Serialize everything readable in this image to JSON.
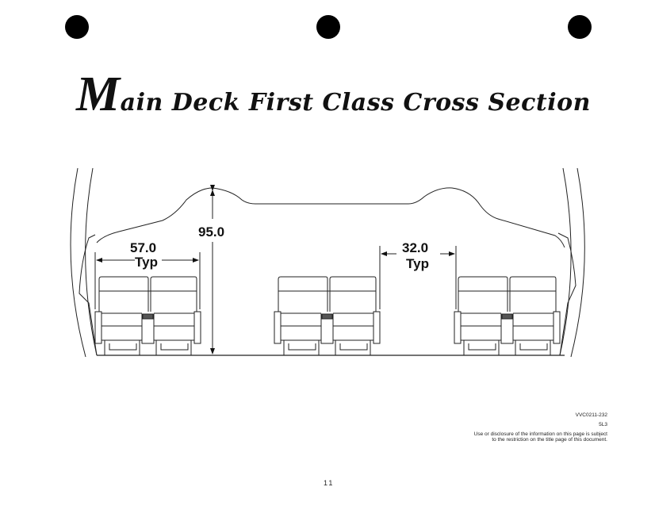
{
  "title": {
    "initial": "M",
    "rest": "ain Deck First Class Cross Section"
  },
  "dimensions": {
    "height": "95.0",
    "seat_width": "57.0",
    "seat_width_note": "Typ",
    "aisle_width": "32.0",
    "aisle_width_note": "Typ"
  },
  "footer": {
    "doc_id": "VVC0211-232",
    "sheet": "5L3",
    "disclaimer_line1": "Use or disclosure of the information on this page is subject",
    "disclaimer_line2": "to the restriction on the title page of this document.",
    "page_number": "11"
  }
}
